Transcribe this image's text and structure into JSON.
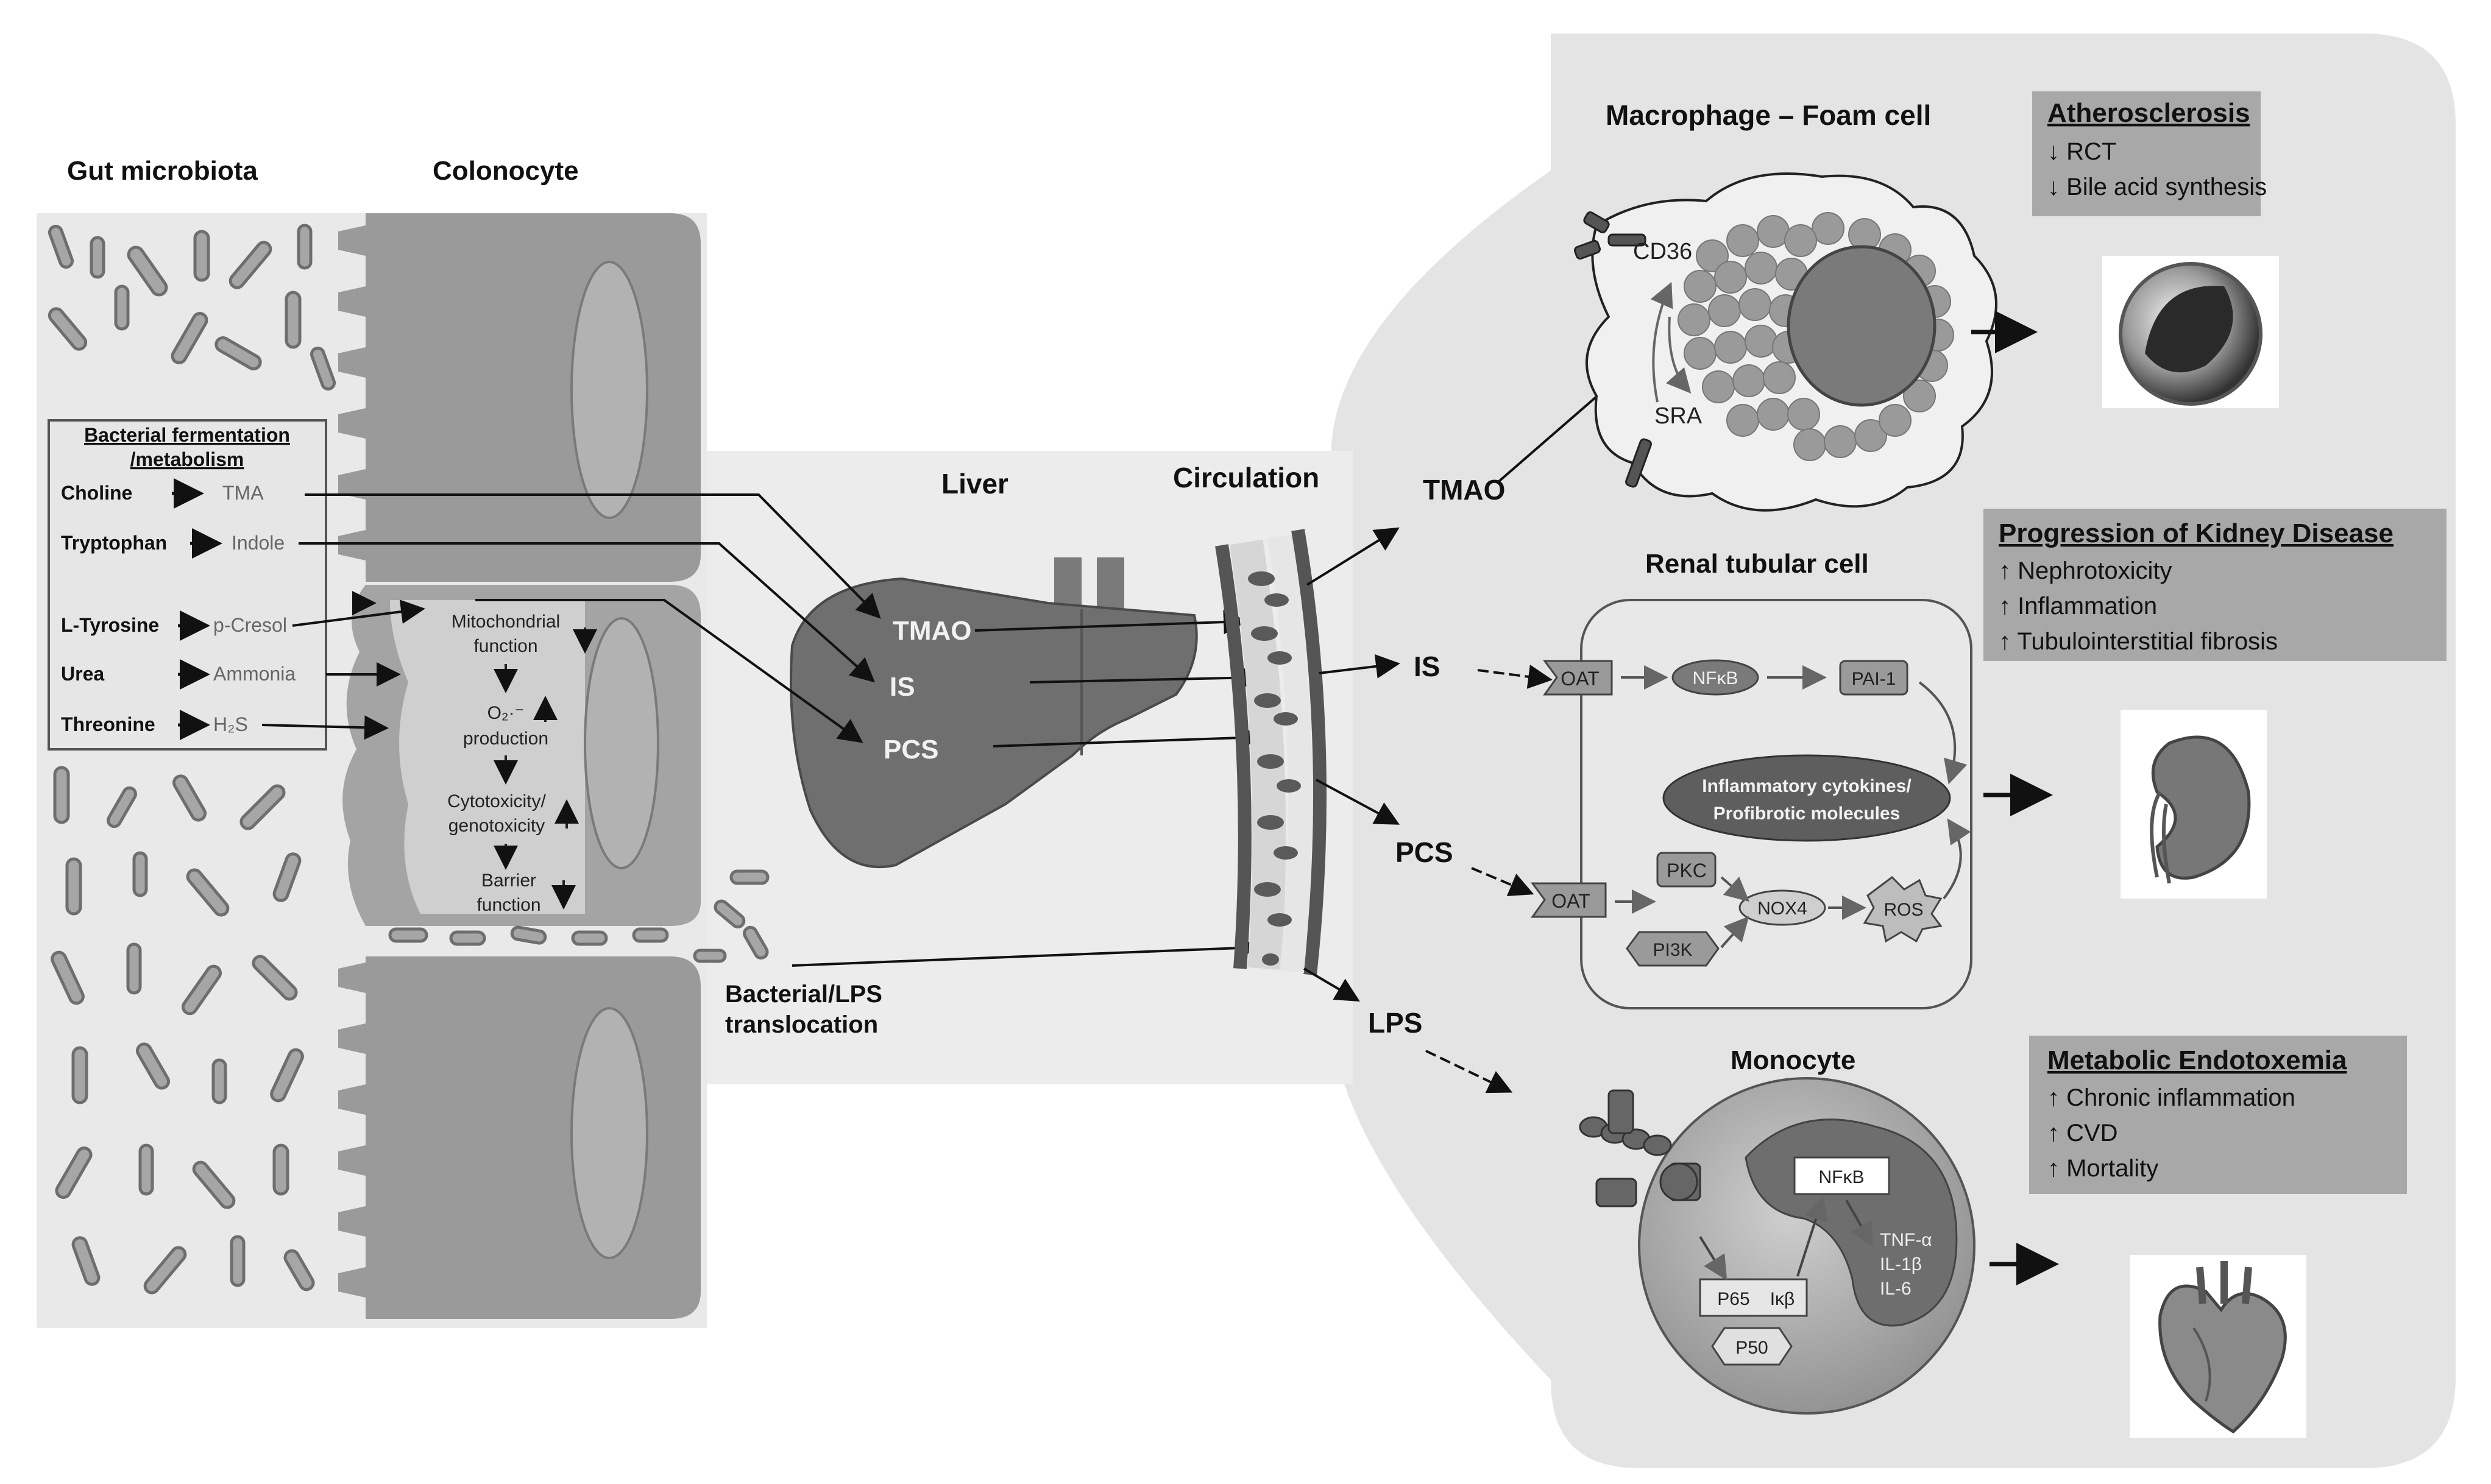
{
  "headings": {
    "gut_microbiota": "Gut microbiota",
    "colonocyte": "Colonocyte",
    "liver": "Liver",
    "circulation": "Circulation",
    "macrophage": "Macrophage – Foam cell",
    "renal": "Renal tubular cell",
    "monocyte": "Monocyte"
  },
  "fermentation": {
    "title_line1": "Bacterial fermentation",
    "title_line2": "/metabolism",
    "rows": [
      {
        "substrate": "Choline",
        "product": "TMA"
      },
      {
        "substrate": "Tryptophan",
        "product": "Indole"
      },
      {
        "substrate": "L-Tyrosine",
        "product": "p-Cresol"
      },
      {
        "substrate": "Urea",
        "product": "Ammonia"
      },
      {
        "substrate": "Threonine",
        "product": "H₂S"
      }
    ]
  },
  "colonocyte_effects": {
    "mito_1": "Mitochondrial",
    "mito_2": "function",
    "o2_1": "O₂·⁻",
    "o2_2": "production",
    "cyto_1": "Cytotoxicity/",
    "cyto_2": "genotoxicity",
    "barrier_1": "Barrier",
    "barrier_2": "function"
  },
  "liver_labels": {
    "tmao": "TMAO",
    "is": "IS",
    "pcs": "PCS"
  },
  "translocation": {
    "line1": "Bacterial/LPS",
    "line2": "translocation"
  },
  "toxins": {
    "tmao": "TMAO",
    "is": "IS",
    "pcs": "PCS",
    "lps": "LPS"
  },
  "macrophage": {
    "cd36": "CD36",
    "sra": "SRA"
  },
  "renal": {
    "oat1": "OAT",
    "nfkb": "NFκB",
    "pai1": "PAI-1",
    "cytokines_1": "Inflammatory cytokines/",
    "cytokines_2": "Profibrotic molecules",
    "oat2": "OAT",
    "pkc": "PKC",
    "nox4": "NOX4",
    "ros": "ROS",
    "pi3k": "PI3K"
  },
  "monocyte": {
    "nfkb": "NFκB",
    "tnf": "TNF-α",
    "il1b": "IL-1β",
    "il6": "IL-6",
    "p65": "P65",
    "ikb": "Iκβ",
    "p50": "P50"
  },
  "outcomes": {
    "athero": {
      "title": "Atherosclerosis",
      "lines": [
        "↓ RCT",
        "↓ Bile acid synthesis"
      ]
    },
    "kidney": {
      "title": "Progression of Kidney Disease",
      "lines": [
        "↑ Nephrotoxicity",
        "↑ Inflammation",
        "↑ Tubulointerstitial fibrosis"
      ]
    },
    "metabolic": {
      "title": "Metabolic Endotoxemia",
      "lines": [
        "↑ Chronic inflammation",
        "↑ CVD",
        "↑ Mortality"
      ]
    }
  },
  "icons": [
    "bacterium-icon",
    "artery-cross-section-icon",
    "kidney-icon",
    "heart-icon",
    "receptor-icon",
    "arrow-icon"
  ],
  "colors": {
    "panel_bg": "#e6e6e6",
    "cell_dark": "#7d7d7d",
    "cell_mid": "#bdbdbd",
    "outcome_box": "#a8a8a8",
    "liver": "#6e6e6e",
    "ink": "#111111"
  }
}
